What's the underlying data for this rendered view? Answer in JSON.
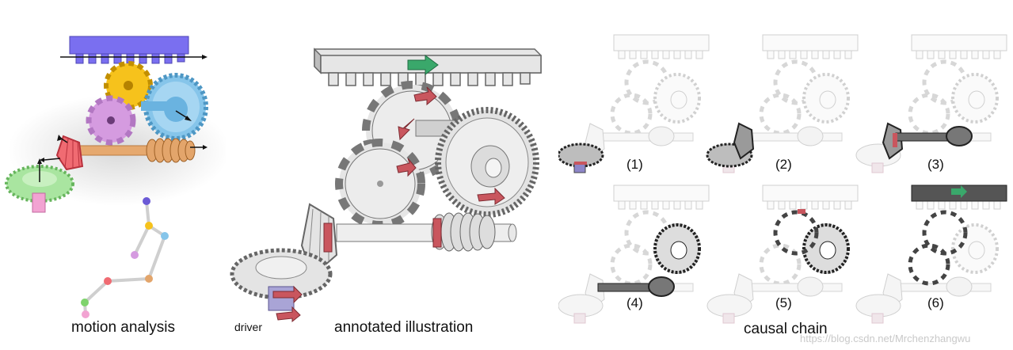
{
  "captions": {
    "motion": "motion analysis",
    "annotated": "annotated illustration",
    "causal": "causal chain",
    "driver": "driver"
  },
  "steps": [
    "(1)",
    "(2)",
    "(3)",
    "(4)",
    "(5)",
    "(6)"
  ],
  "watermark": "https://blog.csdn.net/Mrchenzhangwu",
  "colors": {
    "rack_purple": "#7a6ff0",
    "gear_yellow": "#f6c21c",
    "gear_violet": "#d59be0",
    "gear_blue": "#86c5ea",
    "bevel_red": "#f06b72",
    "worm_orange": "#e3a56b",
    "bevel_green": "#a9e5a0",
    "arrow_red": "#c9565e",
    "arrow_green": "#3aa86b",
    "gray_fill": "#e6e6e6",
    "gray_stroke": "#777777"
  }
}
